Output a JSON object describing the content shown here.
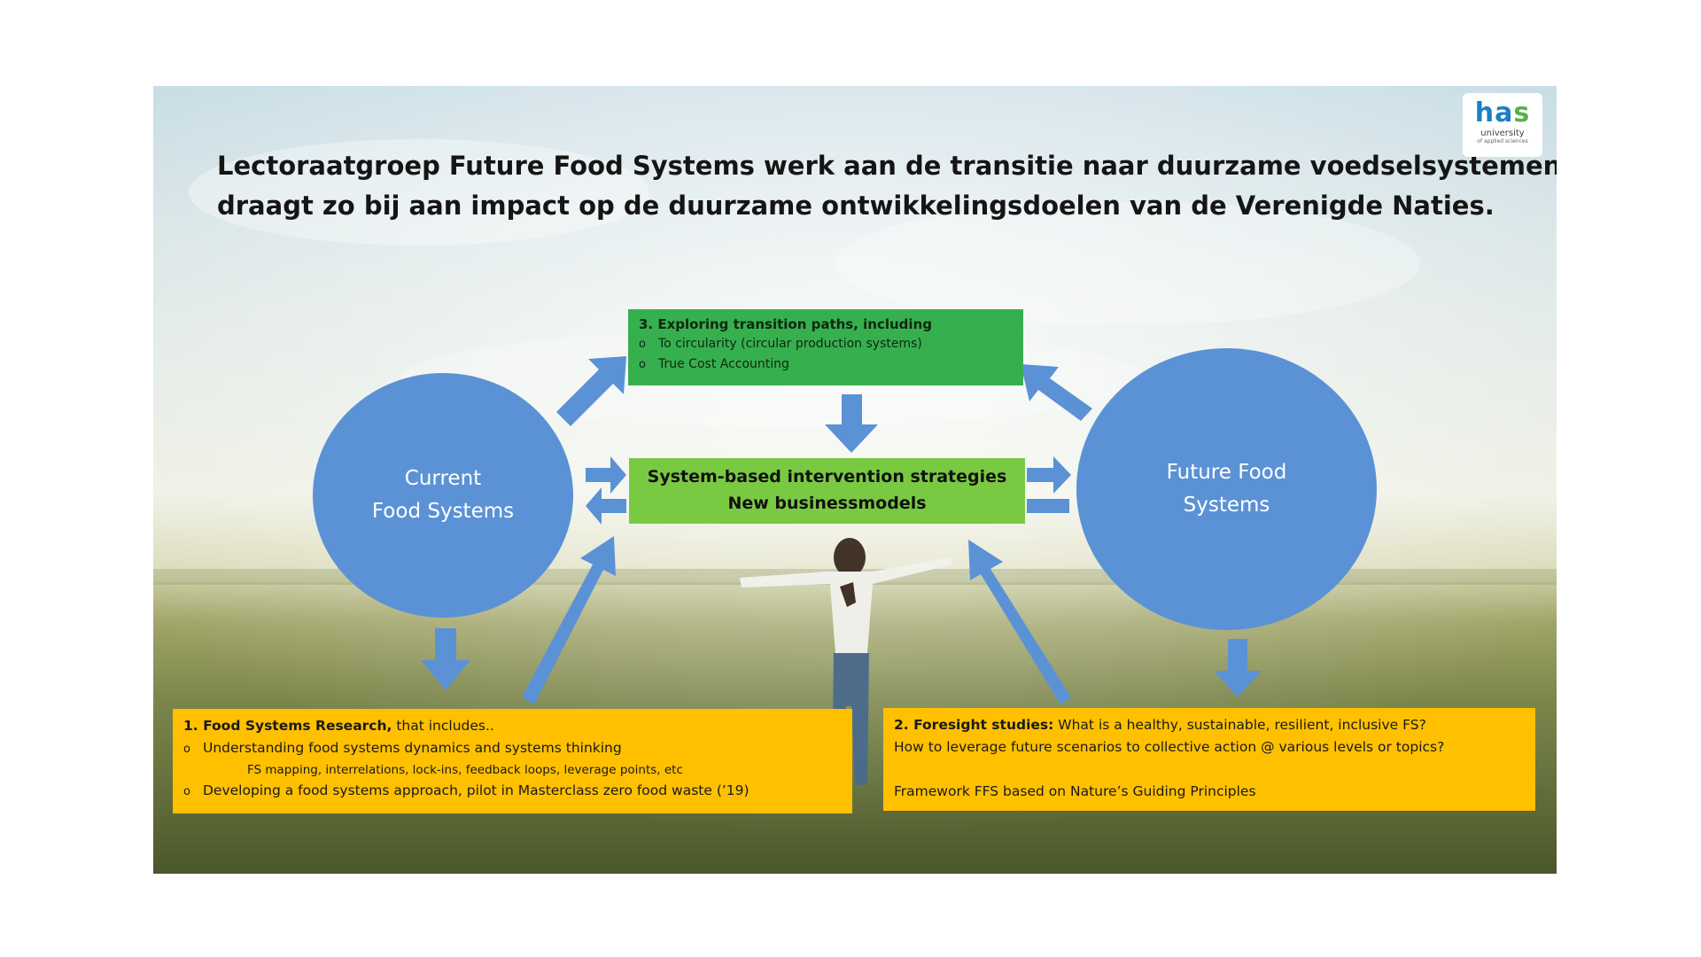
{
  "title": {
    "line1": "Lectoraatgroep Future Food Systems werk aan de transitie naar duurzame voedselsystemen en",
    "line2": "draagt zo bij aan impact op de duurzame ontwikkelingsdoelen van de Verenigde Naties."
  },
  "logo": {
    "mark": "has",
    "sub": "university",
    "sub2": "of applied sciences"
  },
  "explore_box": {
    "heading": "3. Exploring  transition paths, including",
    "items": [
      "To circularity (circular production  systems)",
      "True Cost Accounting"
    ]
  },
  "center_box": {
    "line1": "System-based  intervention  strategies",
    "line2": "New businessmodels"
  },
  "current_circle": {
    "line1": "Current",
    "line2": "Food Systems"
  },
  "future_circle": {
    "line1": "Future Food",
    "line2": "Systems"
  },
  "research_box": {
    "heading": "1. Food Systems Research,",
    "heading_rest": " that includes..",
    "item1": "Understanding food systems dynamics and systems thinking",
    "item1_sub": "FS mapping,  interrelations, lock-ins,  feedback loops,  leverage points, etc",
    "item2": "Developing  a food systems approach,  pilot in Masterclass zero food waste (’19)"
  },
  "foresight_box": {
    "heading": "2. Foresight studies:",
    "heading_rest": " What is a healthy, sustainable,  resilient,  inclusive FS?",
    "line2": "How to leverage future scenarios to collective action @ various levels or topics?",
    "line3": "Framework FFS based on Nature’s Guiding Principles"
  },
  "colors": {
    "circle": "#5b92d6",
    "arrow": "#5b92d6",
    "explore_box": "#36b04f",
    "center_box": "#7ac943",
    "yellow_box": "#ffc000"
  }
}
